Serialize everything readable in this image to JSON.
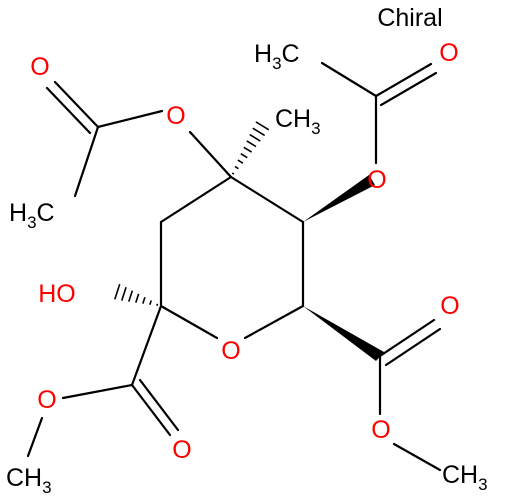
{
  "stereo_flag": "Chiral",
  "colors": {
    "bond": "#000000",
    "oxygen": "#ff0000",
    "text": "#000000",
    "background": "#ffffff"
  },
  "atoms": {
    "ring_oxygen": "O",
    "hydroxyl_o": "O",
    "hydroxyl_h": "H",
    "ester_left_o_single": "O",
    "ester_left_o_double": "O",
    "ester_right_o_single": "O",
    "ester_right_o_double": "O",
    "acetyl_left_o_ester": "O",
    "acetyl_left_o_carbonyl": "O",
    "acetyl_right_o_ester": "O",
    "acetyl_right_o_carbonyl": "O"
  },
  "groups": {
    "methyl": {
      "main": "CH",
      "sub": "3"
    },
    "methyl_prefix": {
      "main": "H",
      "sub": "3",
      "tail": "C"
    }
  }
}
